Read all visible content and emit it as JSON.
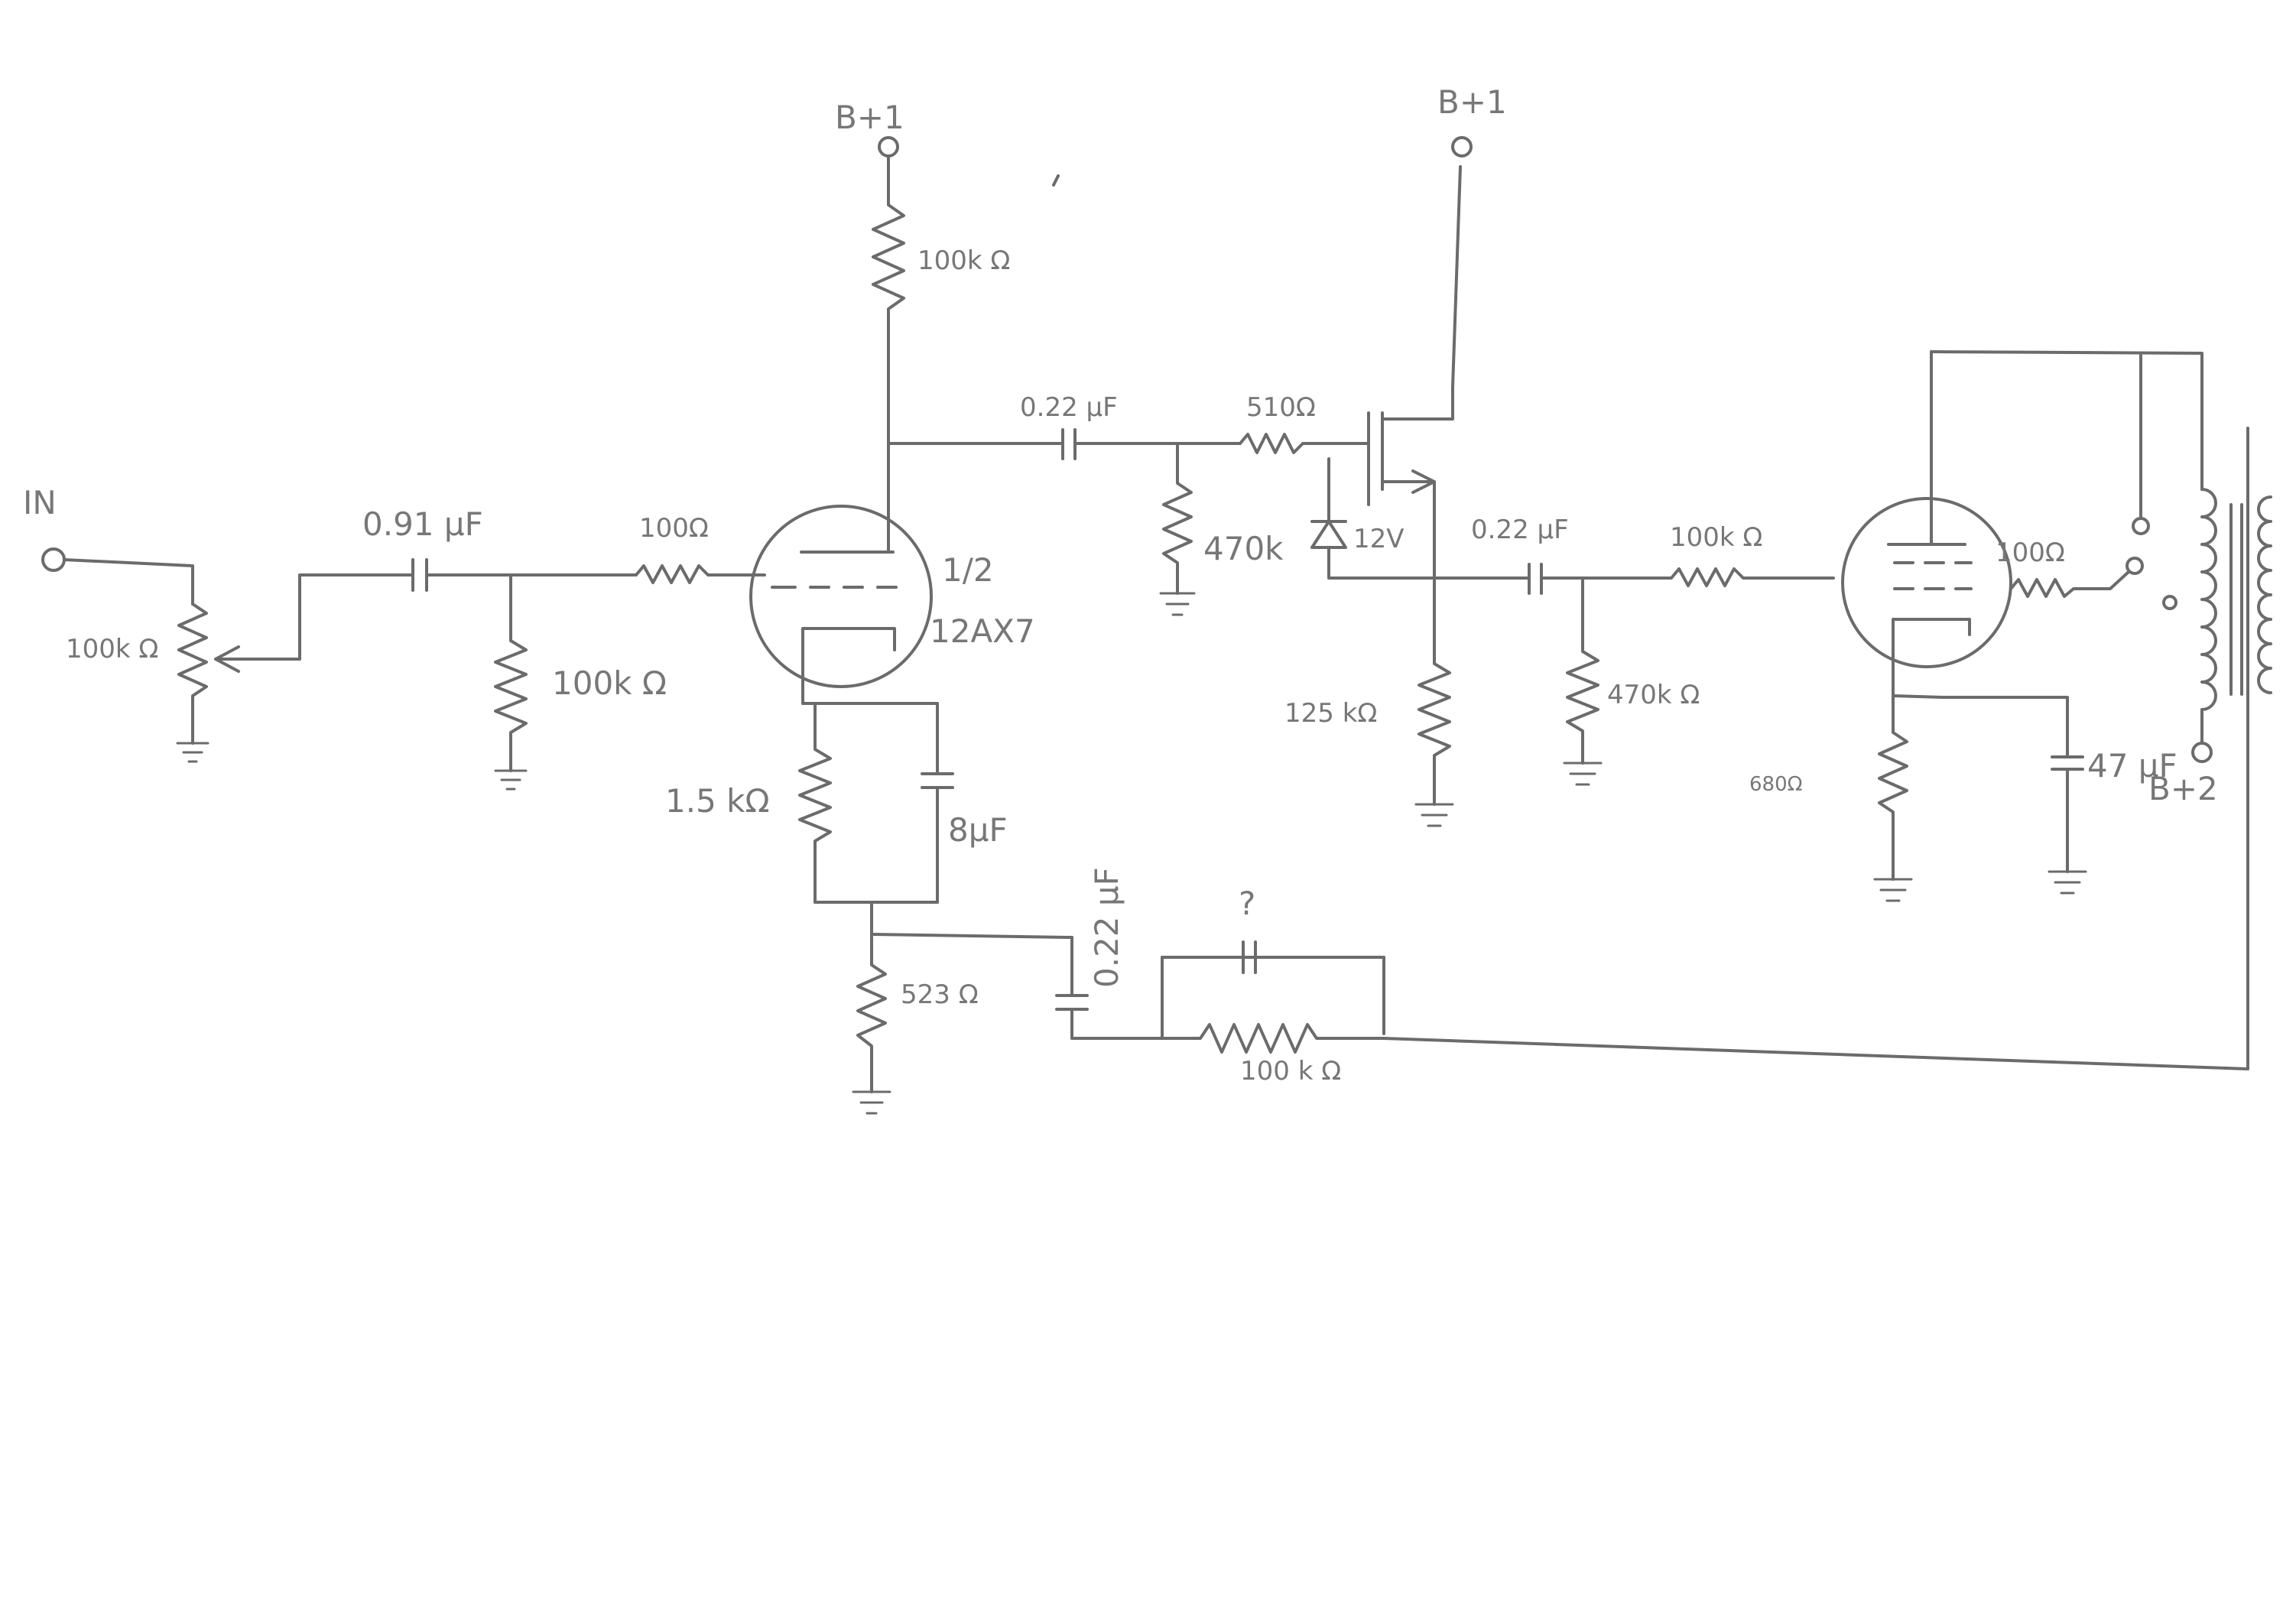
{
  "labels": {
    "in": "IN",
    "b_plus_1_left": "B+1",
    "b_plus_1_right": "B+1",
    "b_plus_2": "B+2",
    "input_pot": "100k Ω",
    "input_cap": "0.91 μF",
    "grid_res_1": "100Ω",
    "grid_leak_1": "100k Ω",
    "plate_res_1": "100k Ω",
    "tube_half": "1/2",
    "tube_type": "12AX7",
    "cathode_res": "1.5 kΩ",
    "cathode_cap": "8μF",
    "fb_res_ground": "523 Ω",
    "fb_cap": "0.22 μF",
    "fb_unknown_cap": "?",
    "fb_res": "100 k Ω",
    "coupling_cap_1": "0.22 μF",
    "gate_res": "510Ω",
    "gate_leak": "470k",
    "zener": "12V",
    "source_res": "125 kΩ",
    "coupling_cap_2": "0.22 μF",
    "grid_leak_2": "470k Ω",
    "grid_res_2": "100k Ω",
    "screen_res": "100Ω",
    "output_cathode_res": "680Ω",
    "output_cathode_cap": "47 μF"
  }
}
